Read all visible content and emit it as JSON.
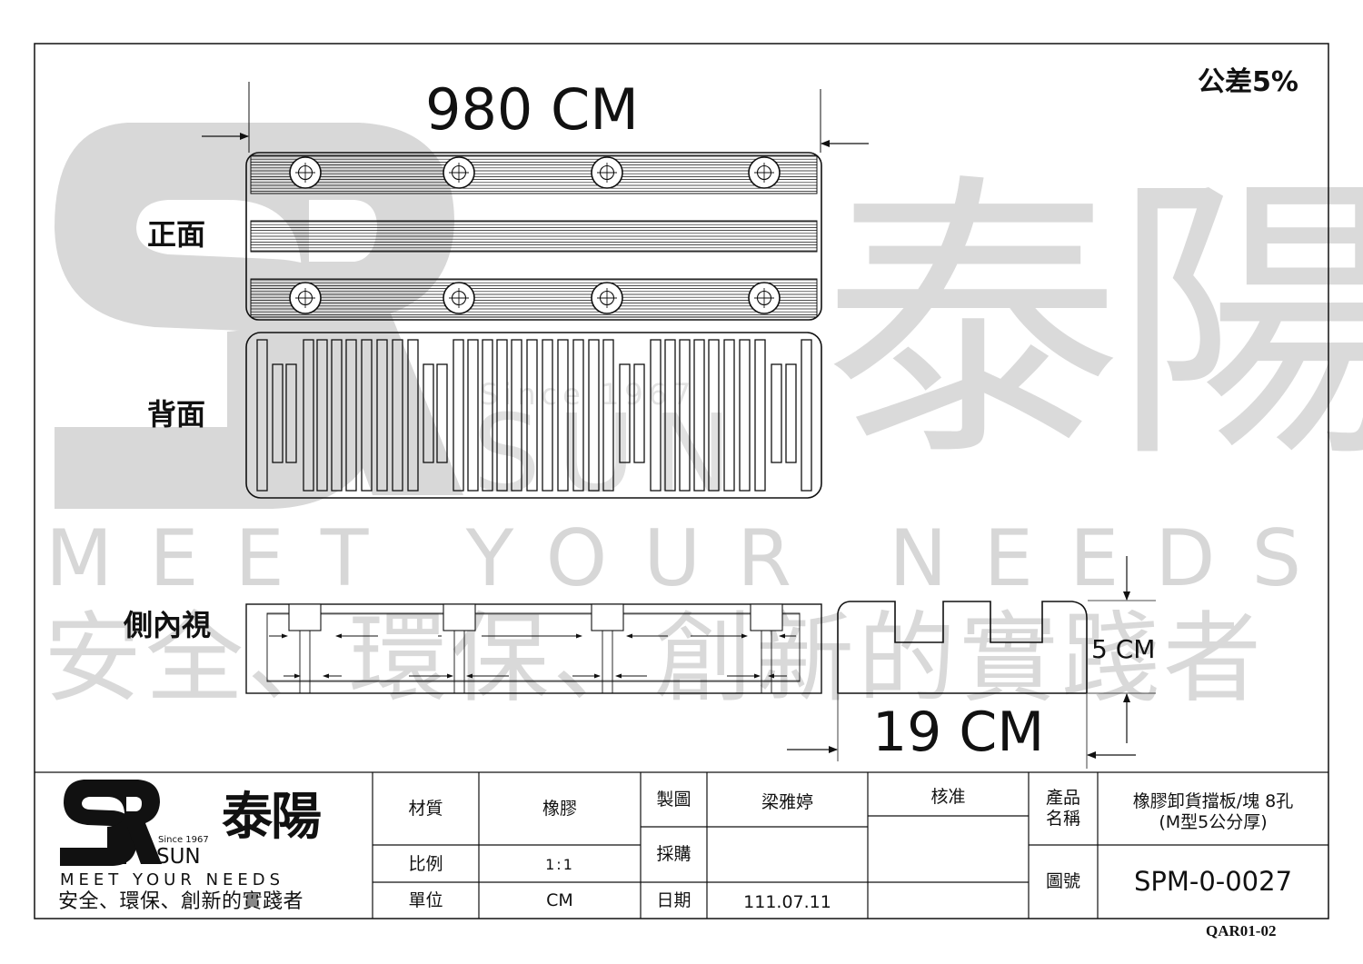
{
  "watermark": {
    "big_name": "泰陽",
    "since": "Since 1967",
    "sun": "SUN",
    "slogan_en": "MEET YOUR NEEDS",
    "slogan_zh": "安全、環保、創新的實踐者"
  },
  "drawing": {
    "tolerance": "公差5%",
    "width_dim": "980 CM",
    "height_dim": "5 CM",
    "depth_dim": "19 CM",
    "view_front": "正面",
    "view_back": "背面",
    "view_side": "側內視"
  },
  "logo": {
    "name": "泰陽",
    "since": "Since 1967",
    "sun": "SUN",
    "slogan_en": "MEET YOUR NEEDS",
    "slogan_zh": "安全、環保、創新的實踐者"
  },
  "title_block": {
    "material_label": "材質",
    "material_value": "橡膠",
    "drawn_label": "製圖",
    "drawn_value": "梁雅婷",
    "approved_label": "核准",
    "product_label_1": "產品",
    "product_label_2": "名稱",
    "product_value_1": "橡膠卸貨擋板/塊 8孔",
    "product_value_2": "(M型5公分厚)",
    "scale_label": "比例",
    "scale_value": "1:1",
    "purchase_label": "採購",
    "drawing_no_label": "圖號",
    "drawing_no_value": "SPM-0-0027",
    "unit_label": "單位",
    "unit_value": "CM",
    "date_label": "日期",
    "date_value": "111.07.11"
  },
  "form_code": "QAR01-02"
}
